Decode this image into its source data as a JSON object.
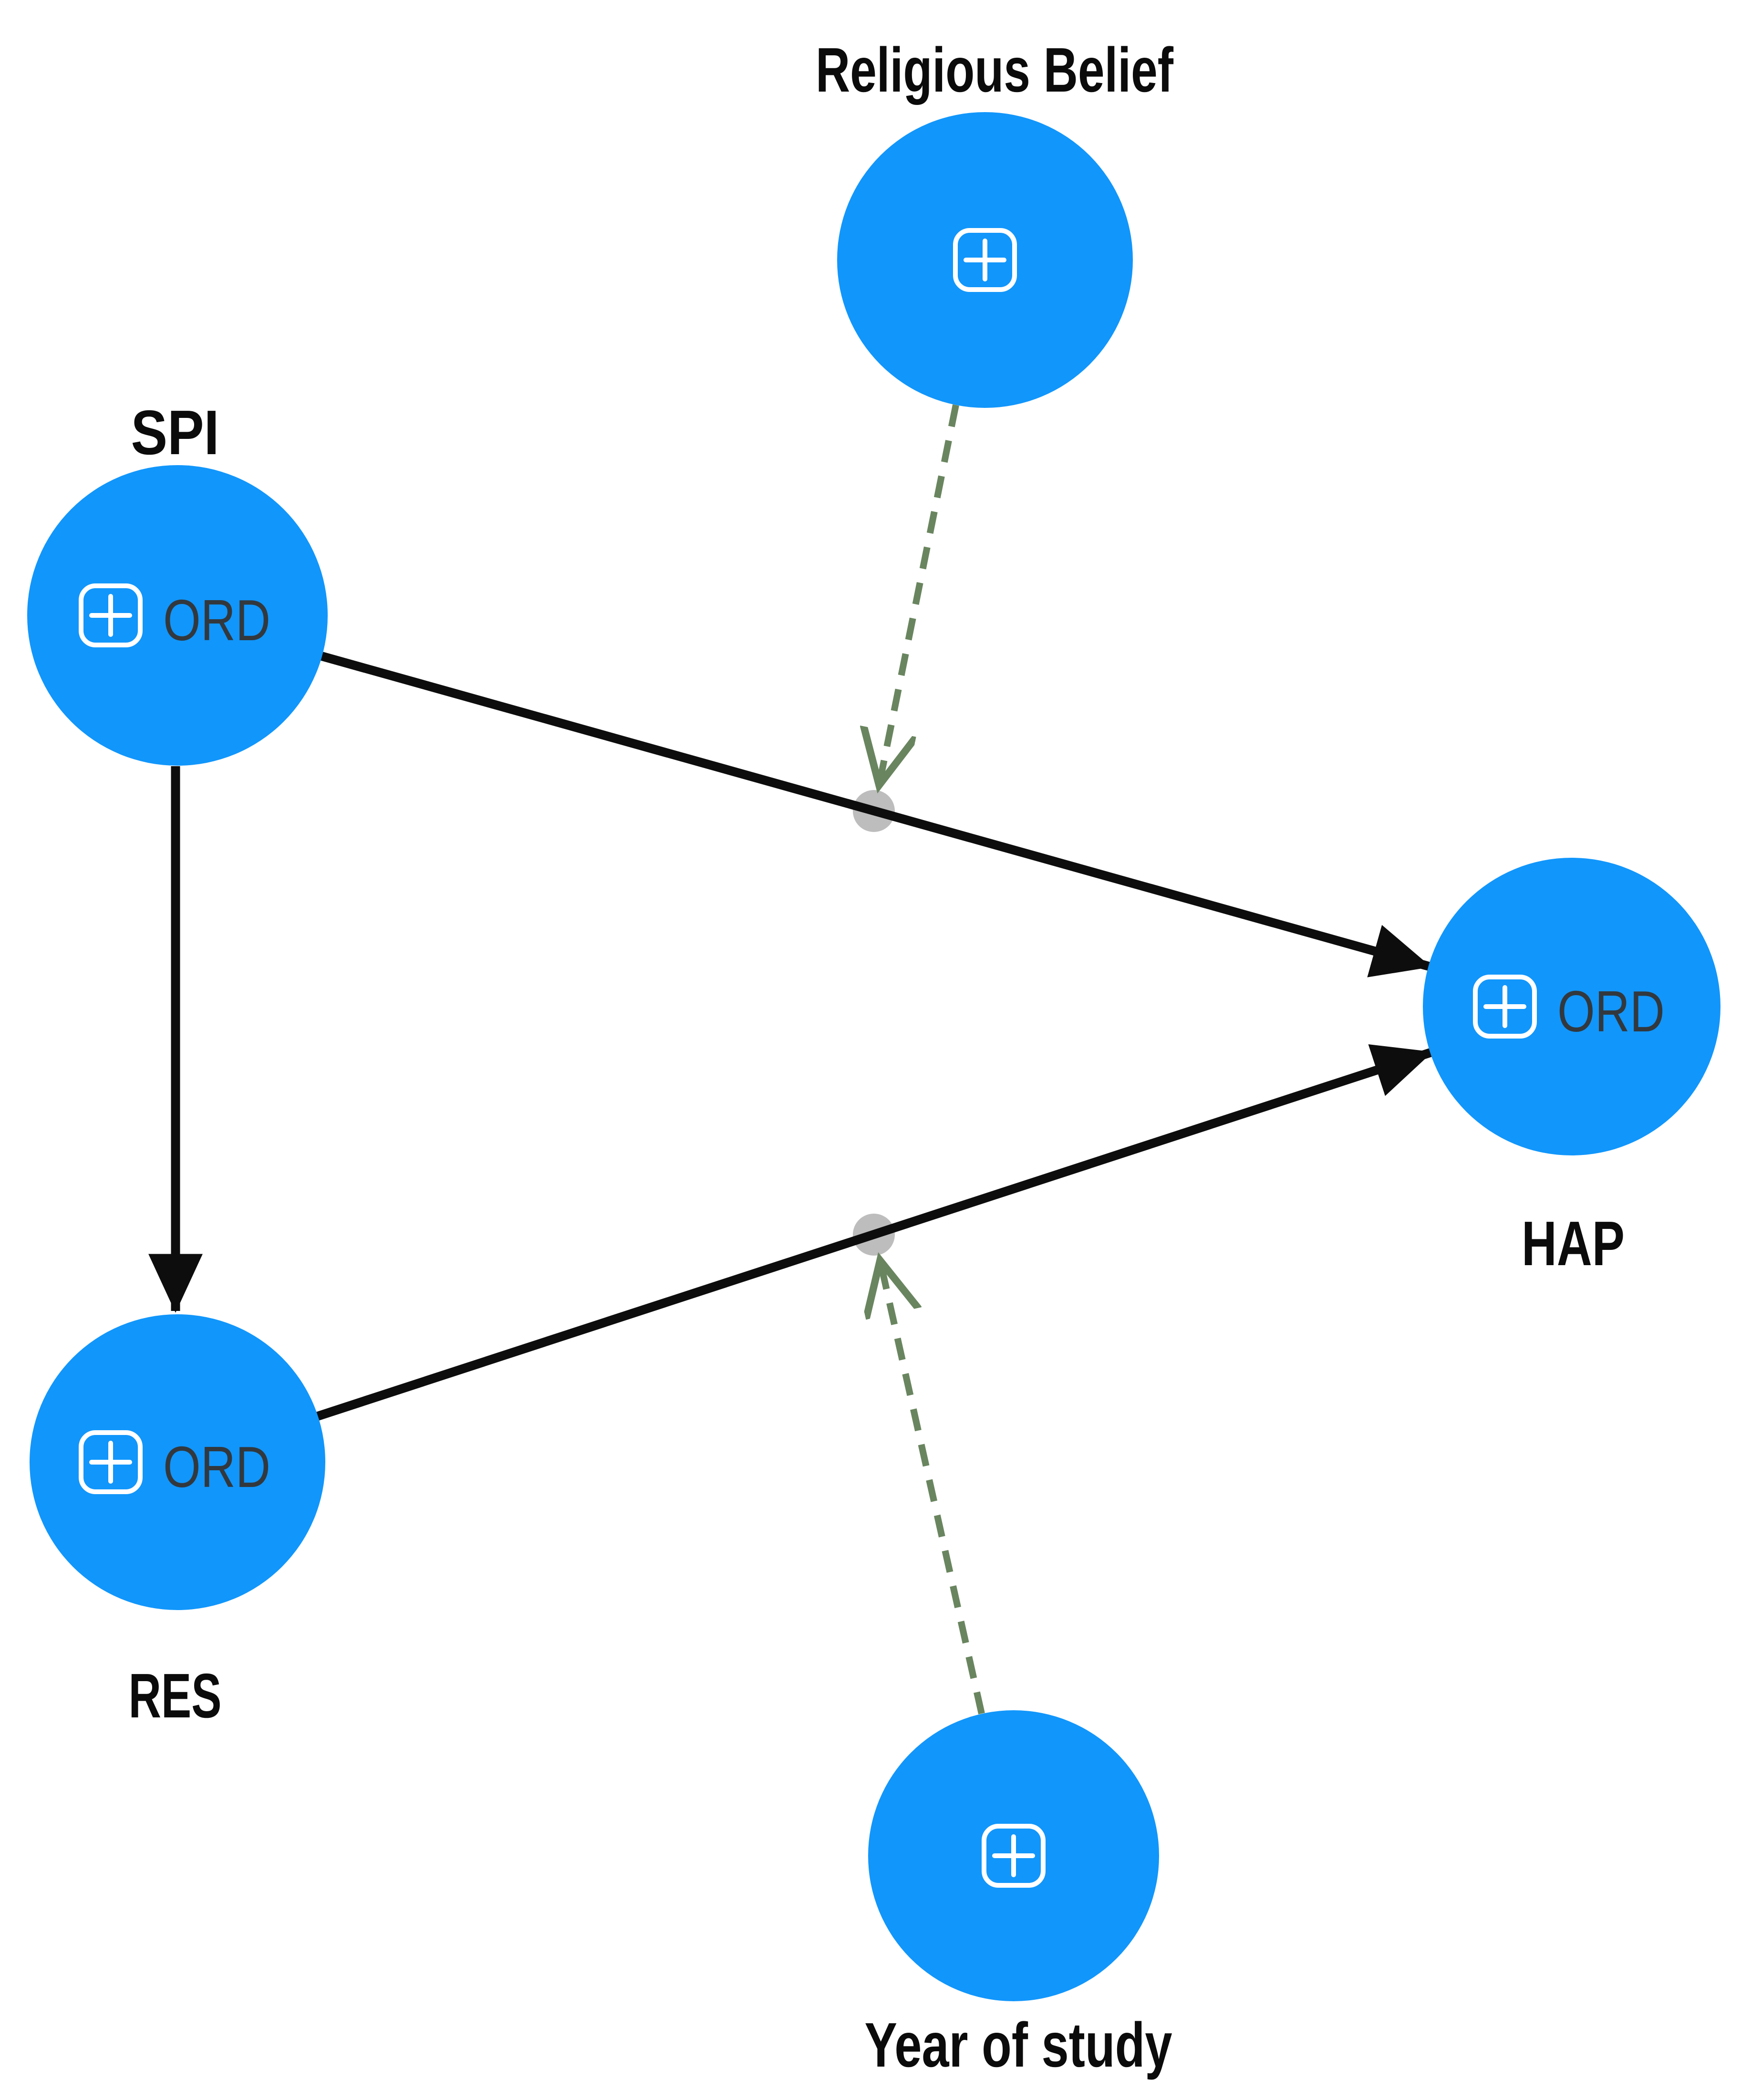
{
  "colors": {
    "background": "#ffffff",
    "node_fill": "#1196fb",
    "node_measure_text": "#32383d",
    "icon_stroke": "#ffffff",
    "path_stroke": "#0d0d0d",
    "label_text": "#0b0b0b",
    "moderation_stroke": "#69855f",
    "moderation_dot_fill": "#bdbdbd"
  },
  "nodes": {
    "religious_belief": {
      "label": "Religious Belief"
    },
    "spi": {
      "label": "SPI",
      "measure": "ORD"
    },
    "res": {
      "label": "RES",
      "measure": "ORD"
    },
    "hap": {
      "label": "HAP",
      "measure": "ORD"
    },
    "year_of_study": {
      "label": "Year of study"
    }
  },
  "icons": {
    "plus": "plus-in-rounded-square"
  },
  "edges": [
    {
      "from": "SPI",
      "to": "HAP",
      "style": "solid-arrow"
    },
    {
      "from": "SPI",
      "to": "RES",
      "style": "solid-arrow"
    },
    {
      "from": "RES",
      "to": "HAP",
      "style": "solid-arrow"
    },
    {
      "from": "Religious Belief",
      "to": "SPI-HAP path",
      "style": "dashed-moderation-arrow"
    },
    {
      "from": "Year of study",
      "to": "RES-HAP path",
      "style": "dashed-moderation-arrow"
    }
  ]
}
